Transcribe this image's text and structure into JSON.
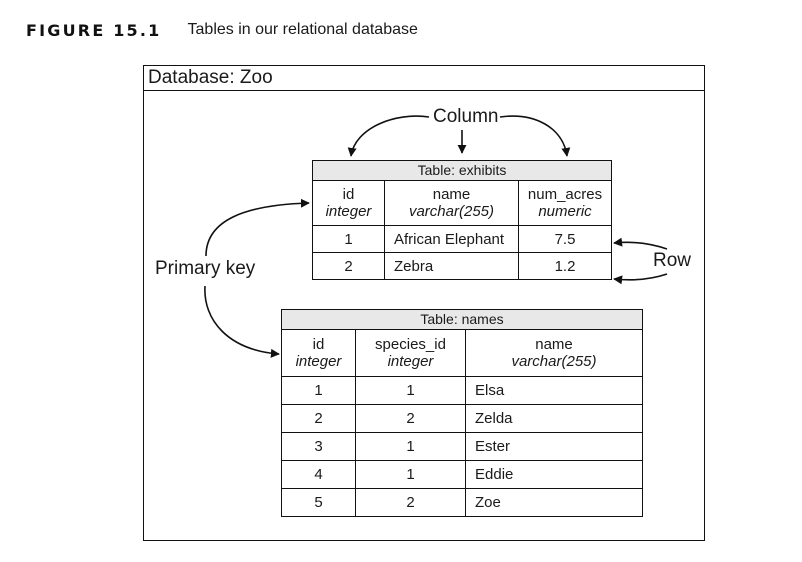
{
  "figure": {
    "number": "FIGURE 15.1",
    "title": "Tables in our relational database"
  },
  "database": {
    "label": "Database: Zoo"
  },
  "annotations": {
    "column": "Column",
    "primary_key": "Primary key",
    "row": "Row"
  },
  "exhibits": {
    "caption": "Table: exhibits",
    "columns": [
      {
        "name": "id",
        "type": "integer"
      },
      {
        "name": "name",
        "type": "varchar(255)"
      },
      {
        "name": "num_acres",
        "type": "numeric"
      }
    ],
    "rows": [
      [
        "1",
        "African Elephant",
        "7.5"
      ],
      [
        "2",
        "Zebra",
        "1.2"
      ]
    ]
  },
  "names": {
    "caption": "Table: names",
    "columns": [
      {
        "name": "id",
        "type": "integer"
      },
      {
        "name": "species_id",
        "type": "integer"
      },
      {
        "name": "name",
        "type": "varchar(255)"
      }
    ],
    "rows": [
      [
        "1",
        "1",
        "Elsa"
      ],
      [
        "2",
        "2",
        "Zelda"
      ],
      [
        "3",
        "1",
        "Ester"
      ],
      [
        "4",
        "1",
        "Eddie"
      ],
      [
        "5",
        "2",
        "Zoe"
      ]
    ]
  }
}
